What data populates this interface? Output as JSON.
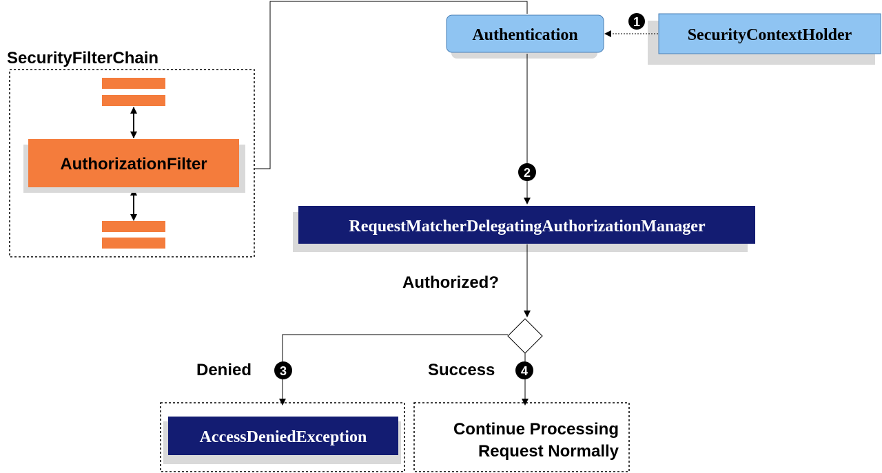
{
  "chain": {
    "title": "SecurityFilterChain",
    "filter_label": "AuthorizationFilter"
  },
  "nodes": {
    "authentication": "Authentication",
    "security_context_holder": "SecurityContextHolder",
    "manager": "RequestMatcherDelegatingAuthorizationManager",
    "access_denied": "AccessDeniedException",
    "continue_line1": "Continue Processing",
    "continue_line2": "Request Normally"
  },
  "labels": {
    "authorized": "Authorized?",
    "denied": "Denied",
    "success": "Success"
  },
  "steps": [
    "1",
    "2",
    "3",
    "4"
  ],
  "colors": {
    "filter_orange": "#f47c3c",
    "light_blue": "#8fc4f2",
    "navy": "#131c72",
    "shadow": "#d9d9d9"
  }
}
